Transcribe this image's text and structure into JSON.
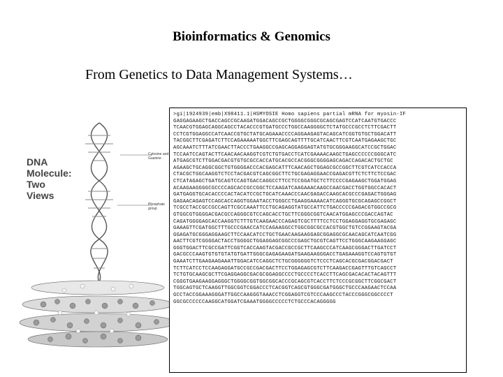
{
  "slide": {
    "title": "Bioinformatics & Genomics",
    "subtitle": "From Genetics to Data Management Systems…"
  },
  "figure": {
    "label_lines": [
      "DNA",
      "Molecule:",
      "Two",
      "Views"
    ],
    "side_labels": {
      "base_pairs": "Cytosine and Guanine",
      "phosphate": "Phosphate group"
    }
  },
  "sequence": {
    "header": ">gi|1924939|emb|X98411.1|HSMYOSIE Homo sapiens partial mRNA for myosin-IF",
    "lines": [
      "GAGGAGAAGCTGACCAGCCGCAAGATGGACAGCCGCTGGGGCGGGCGCAGCGAGTCCATCAATGTGACCC",
      "TCAACGTGGAGCAGGCAGCCTACACCCGTGATGCCCTGGCCAAGGGGCTCTATGCCCGCCTCTTCGACTT",
      "CCTCGTGGAGGCCATCAACCGTGCTATGCAGAAACCCCAGGAAGAGTACAGCATCGGTGTGCTGGACATT",
      "TACGGCTTCGAGATCTTCCAGAAAAATGGCTTCGAGCAGTTTTGCATCAACTTCGTCAATGAGAAGCTGC",
      "AGCAAATCTTTATCGAACTTACCCTGAAGGCCGAGCAGGAGGAGTATGTGCGGGAAGGCATCCGCTGGAC",
      "TCCAATCCAGTACTTCAACAACAAGGTCGTCTGTGACCTCATCGAAAACAAGCTGAGCCCCCCGGGCATC",
      "ATGAGCGTCTTGGACGACGTGTGCGCCACCATGCACGCCACGGGCGGGGAGCAGACCAGACACTGCTGC",
      "AGAAGCTGCAGGCGGCTGTGGGGACCCACGAGCATTTCAACAGCTGGAGCGCCGGCTTCGTCATCCACCA",
      "CTACGCTGGCAAGGTCTCCTACGACGTCAGCGGCTTCTGCGAGAGGAACCGAGACGTTCTCTTCTCCGAC",
      "CTCATAGAGCTGATGCAGTCCAGTGACCAGGCCTTCCTCCGGATGCTCTTCCCCGAGAAGCTGGATGGAG",
      "ACAAGAAGGGGCGCCCCAGCACCGCCGGCTCCAAGATCAAGAAACAAGCCAACGACCTGGTGGCCACACT",
      "GATGAGGTGCACACCCCACTACATCCGCTGCATCAAACCCAACGAGACCAAGCACGCCCGAGACTGGGAG",
      "GAGAACAGAGTCCAGCACCAGGTGGAATACCTGGGCCTGAAGGAAAACATCAGGGTGCGCAGAGCCGGCT",
      "TCGCCTACCGCCGCCAGTTCGCCAAATTCCTGCAGAGGTATGCCATTCTGACCCCCGAGACGTGGCCGCG",
      "GTGGCGTGGGGACGACGCCAGGGCGTCCAGCACCTGCTTCGGGCGGTCAACATGGAGCCCGACCAGTAC",
      "CAGATGGGGAGCACCAAGGTCTTTGTCAAGAACCCAGAGTCGCTTTTCCTCCTGGAGGAGGTGCGAGAGC",
      "GAAAGTTCGATGGCTTTGCCCGAACCATCCAGAAGGCCTGGCGGCGCCACGTGGCTGTCCGGAAGTACGA",
      "GGAGATGCGGGAGGAAGCTTCCAACATCCTGCTGAACAAGAAGGAGCGGAGGCGCAACAGCATCAATCGG",
      "AACTTCGTCGGGGACTACCTGGGGCTGGAGGAGCGGCCCGAGCTGCGTCAGTTCCTGGGCAAGAAGGAGC",
      "GGGTGGACTTCGCCGATTCGGTCACCAAGTACGACCGCCGCTTCAAGCCCATCAAGCGGGACTTGATCCT",
      "GACGCCCAAGTGTGTGTATGTGATTGGGCGAGAGAAGATGAAGAAGGGACCTGAGAAAGGTCCAGTGTGT",
      "GAAATCTTGAAGAAGAAATTGGACATCCAGGCTCTGCGGGGGGTCTCCCTCAGCACGCGACGGACGACT",
      "TCTTCATCCTCCAAGAGGATGCCGCCGACGACTTCCTGGAGAGCGTCTTCAAGACCGAGTTTGTCAGCCT",
      "TCTGTGCAAGCGCTTCGAGGAGGCGACGCGGAGGCCCCTGCCCCTCACCTTCAGCGACACACTACAGTTT",
      "CGGGTGAAGAAGGAGGGCTGGGGCGGTGGCGGCACCCGCAGCGTCACCTTCTCCCGCGGCTTCGGCGACT",
      "TGGCAGTGCTCAAGGTTGGCGGTCGGACCCTCACGGTCAGCGTGGGCGATGGGCTGCCCAAGAACTCCAA",
      "GCCTACCGGAAAGGGATTGGCCAAGGGTAAACCTCGGAGGTCGTCCCAAGCCCTACCCGGGCGGCCCCT",
      "GGCGCCCCCCAAGGCATGGATCGAAATGGGGCCCCCTCTGCCCACAGGGGG"
    ]
  }
}
